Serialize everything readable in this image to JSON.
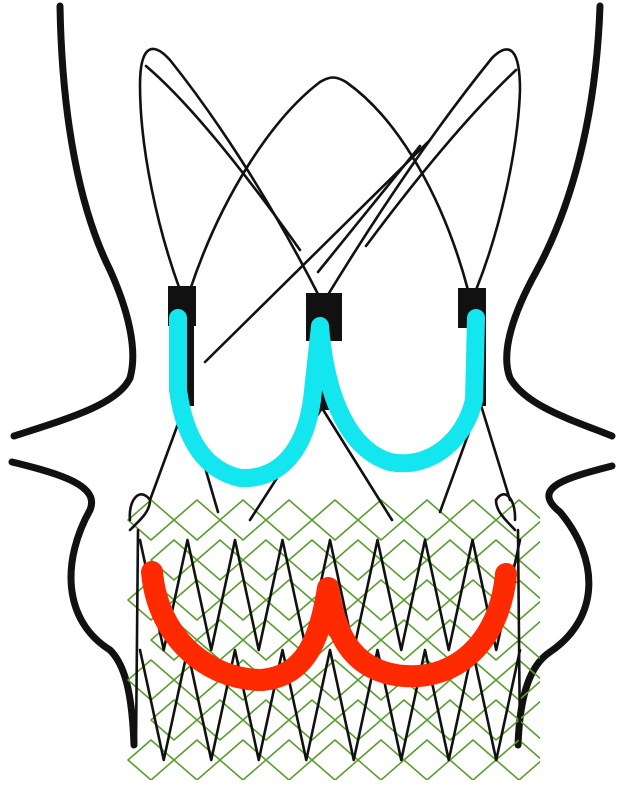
{
  "figure": {
    "caption": "",
    "colors": {
      "background": "#ffffff",
      "anatomy": "#111111",
      "frame": "#111111",
      "stent": "#5a9e2f",
      "upper_skirt": "#14e6ef",
      "lower_skirt": "#ff2a00"
    },
    "parts": [
      "aortic-root-outline",
      "ventricular-outline",
      "valve-frame",
      "commissure-posts",
      "upper-leaflet-line",
      "lower-leaflet-line",
      "stent-mesh"
    ]
  }
}
